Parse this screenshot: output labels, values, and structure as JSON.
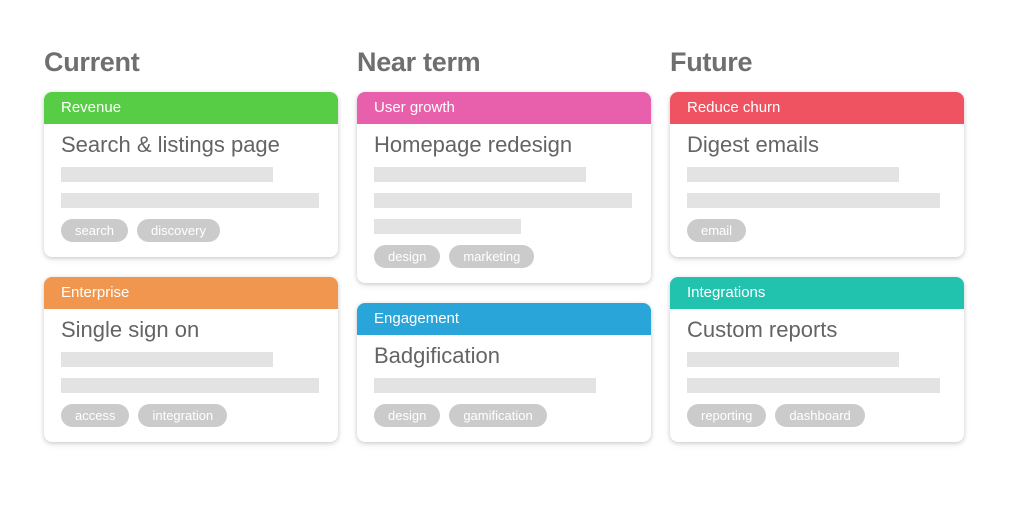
{
  "page": {
    "background": "#ffffff"
  },
  "board": {
    "columns": [
      {
        "heading": "Current",
        "cards": [
          {
            "category": "Revenue",
            "color": "#57cd46",
            "title": "Search & listings page",
            "description_bars": [
              82,
              100
            ],
            "tags": [
              "search",
              "discovery"
            ]
          },
          {
            "category": "Enterprise",
            "color": "#f0964e",
            "title": "Single sign on",
            "description_bars": [
              82,
              100
            ],
            "tags": [
              "access",
              "integration"
            ]
          }
        ]
      },
      {
        "heading": "Near term",
        "cards": [
          {
            "category": "User growth",
            "color": "#e860ac",
            "title": "Homepage redesign",
            "description_bars": [
              82,
              100,
              57
            ],
            "tags": [
              "design",
              "marketing"
            ]
          },
          {
            "category": "Engagement",
            "color": "#29a5d9",
            "title": "Badgification",
            "description_bars": [
              86
            ],
            "tags": [
              "design",
              "gamification"
            ]
          }
        ]
      },
      {
        "heading": "Future",
        "cards": [
          {
            "category": "Reduce churn",
            "color": "#ef5261",
            "title": "Digest emails",
            "description_bars": [
              82,
              98
            ],
            "tags": [
              "email"
            ]
          },
          {
            "category": "Integrations",
            "color": "#21c2ae",
            "title": "Custom reports",
            "description_bars": [
              82,
              98
            ],
            "tags": [
              "reporting",
              "dashboard"
            ]
          }
        ]
      }
    ]
  }
}
